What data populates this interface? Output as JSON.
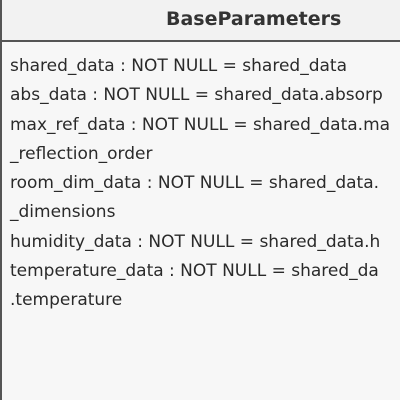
{
  "class": {
    "name": "BaseParameters",
    "attribute_lines": [
      "shared_data :  NOT NULL =  shared_data",
      "abs_data :  NOT NULL =  shared_data.absorp",
      "max_ref_data :  NOT NULL =  shared_data.ma",
      "_reflection_order",
      "room_dim_data :  NOT NULL =  shared_data.",
      "_dimensions",
      "humidity_data :  NOT NULL =  shared_data.h",
      "temperature_data :  NOT NULL =  shared_da",
      ".temperature"
    ]
  }
}
